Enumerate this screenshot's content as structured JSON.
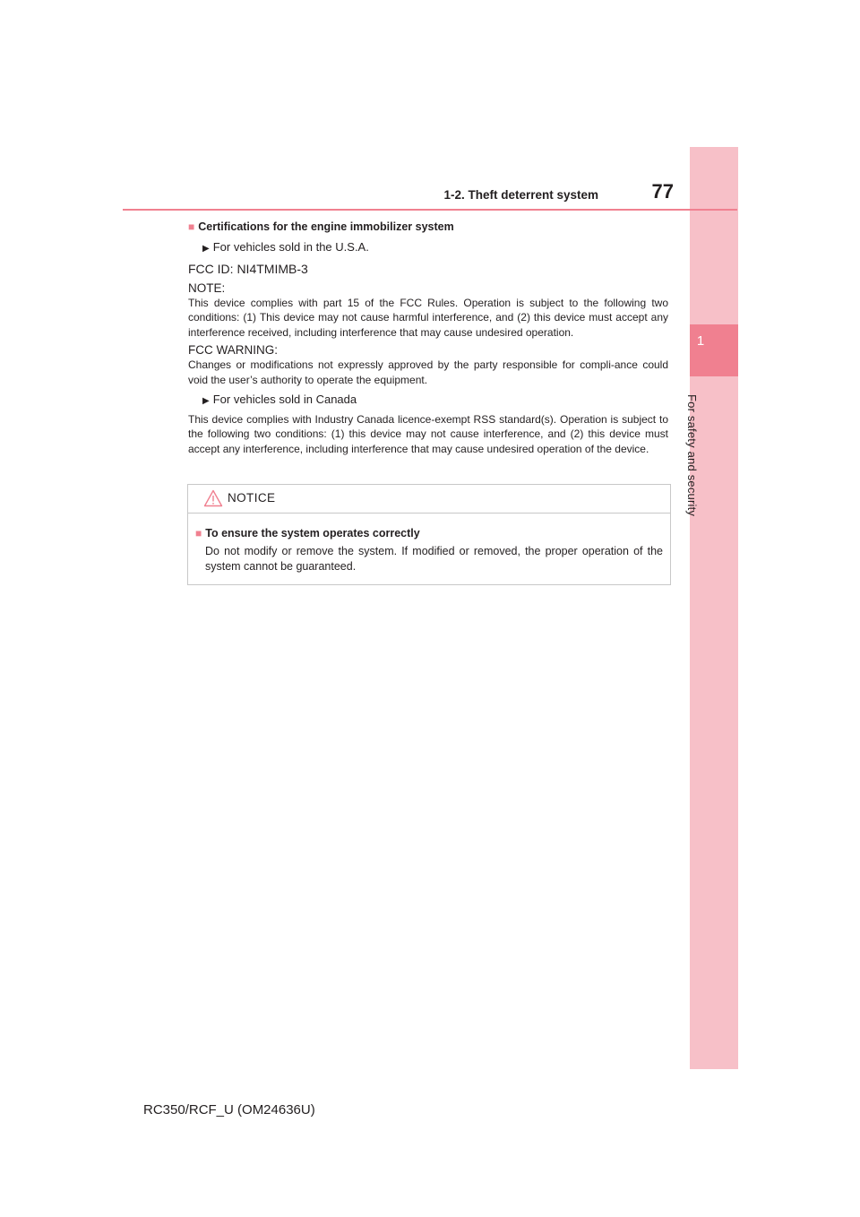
{
  "header": {
    "section_title": "1-2. Theft deterrent system",
    "page_number": "77"
  },
  "side_tab": {
    "chapter_number": "1",
    "section_name": "For safety and security"
  },
  "content": {
    "heading": "Certifications for the engine immobilizer system",
    "usa": {
      "bullet": "For vehicles sold in the U.S.A.",
      "fcc_id": "FCC ID: NI4TMIMB-3",
      "note_label": "NOTE:",
      "note_text": "This device complies with part 15 of the FCC Rules. Operation is subject to the following two conditions: (1) This device may not cause harmful interference, and (2) this device must accept any interference received, including interference that may cause undesired operation.",
      "warning_label": "FCC WARNING:",
      "warning_text": "Changes or modifications not expressly approved by the party responsible for compli-ance could void the user’s authority to operate the equipment."
    },
    "canada": {
      "bullet": "For vehicles sold in Canada",
      "text": "This device complies with Industry Canada licence-exempt RSS standard(s). Operation is subject to the following two conditions: (1) this device may not cause interference, and (2) this device must accept any interference, including interference that may cause undesired operation of the device."
    }
  },
  "notice": {
    "title": "NOTICE",
    "heading": "To ensure the system operates correctly",
    "text": "Do not modify or remove the system. If modified or removed, the proper operation of the system cannot be guaranteed."
  },
  "footer": {
    "model_code": "RC350/RCF_U (OM24636U)"
  },
  "colors": {
    "accent_pink": "#f08090",
    "tab_light_pink": "#f7c0c8",
    "text": "#231f20"
  }
}
